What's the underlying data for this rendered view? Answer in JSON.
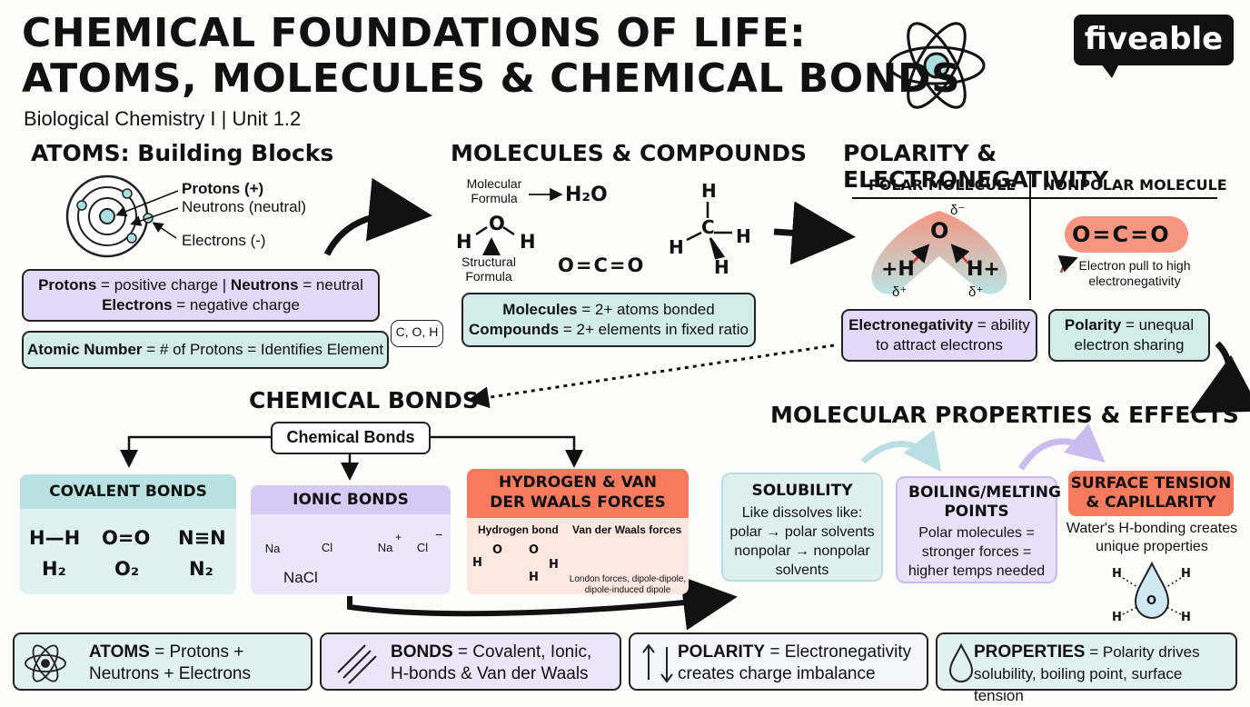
{
  "header": {
    "title_line1": "CHEMICAL FOUNDATIONS OF LIFE:",
    "title_line2": "ATOMS, MOLECULES & CHEMICAL BONDS",
    "subtitle": "Biological Chemistry I | Unit 1.2",
    "logo": "fiveable"
  },
  "atoms": {
    "heading": "ATOMS: Building Blocks",
    "label_protons": "Protons (+)",
    "label_neutrons": "Neutrons (neutral)",
    "label_electrons": "Electrons (-)",
    "box1_protons": "Protons",
    "box1_protons_rest": " = positive charge | ",
    "box1_neutrons": "Neutrons",
    "box1_neutrons_rest": " = neutral",
    "box1_electrons": "Electrons",
    "box1_electrons_rest": " = negative charge",
    "box2_atomic": "Atomic Number",
    "box2_rest": " = # of Protons = Identifies Element",
    "examples": "C, O, H"
  },
  "molecules": {
    "heading": "MOLECULES & COMPOUNDS",
    "molecular_formula_label": "Molecular Formula",
    "water_formula": "H₂O",
    "structural_formula_label": "Structural Formula",
    "co2_structure": "O=C=O",
    "box_molecules": "Molecules",
    "box_molecules_rest": " = 2+ atoms bonded",
    "box_compounds": "Compounds",
    "box_compounds_rest": " = 2+ elements in fixed ratio"
  },
  "polarity": {
    "heading": "POLARITY & ELECTRONEGATIVITY",
    "polar_label": "POLAR MOLECULE",
    "nonpolar_label": "NONPOLAR MOLECULE",
    "delta_minus": "δ⁻",
    "delta_plus": "δ⁺",
    "nonpolar_formula": "O=C=O",
    "electron_pull": "Electron pull to high electronegativity",
    "box_en": "Electronegativity",
    "box_en_rest": " = ability to attract electrons",
    "box_pol": "Polarity",
    "box_pol_rest": " = unequal electron sharing"
  },
  "bonds": {
    "heading": "CHEMICAL BONDS",
    "root": "Chemical Bonds",
    "covalent": "COVALENT BONDS",
    "cov_h2": "H—H",
    "cov_o2": "O=O",
    "cov_n2": "N≡N",
    "cov_h2_name": "H₂",
    "cov_o2_name": "O₂",
    "cov_n2_name": "N₂",
    "ionic": "IONIC BONDS",
    "na": "Na",
    "cl": "Cl",
    "nacl": "NaCl",
    "hvdw": "HYDROGEN & VAN DER WAALS FORCES",
    "hbond_label": "Hydrogen bond",
    "vdw_label": "Van der Waals forces",
    "vdw_note": "London forces, dipole-dipole, dipole-induced dipole"
  },
  "properties": {
    "heading": "MOLECULAR PROPERTIES & EFFECTS",
    "solubility_title": "SOLUBILITY",
    "solubility_text": "Like dissolves like: polar → polar solvents nonpolar → nonpolar solvents",
    "boiling_title": "BOILING/MELTING POINTS",
    "boiling_text": "Polar molecules = stronger forces = higher temps needed",
    "surface_title": "SURFACE TENSION & CAPILLARITY",
    "surface_text": "Water's H-bonding creates unique properties"
  },
  "summary": [
    {
      "key": "ATOMS",
      "text": " = Protons + Neutrons + Electrons",
      "icon": "atom-icon"
    },
    {
      "key": "BONDS",
      "text": " = Covalent, Ionic, H-bonds & Van der Waals",
      "icon": "bond-lines-icon"
    },
    {
      "key": "POLARITY",
      "text": " = Electronegativity creates charge imbalance",
      "icon": "polarity-arrows-icon"
    },
    {
      "key": "PROPERTIES",
      "text": " = Polarity drives solubility, boiling point, surface tension",
      "icon": "water-drop-icon"
    }
  ],
  "colors": {
    "purple": "#e2d9f6",
    "teal": "#d2ecea",
    "salmon": "#f77a5e",
    "dark": "#111111"
  }
}
